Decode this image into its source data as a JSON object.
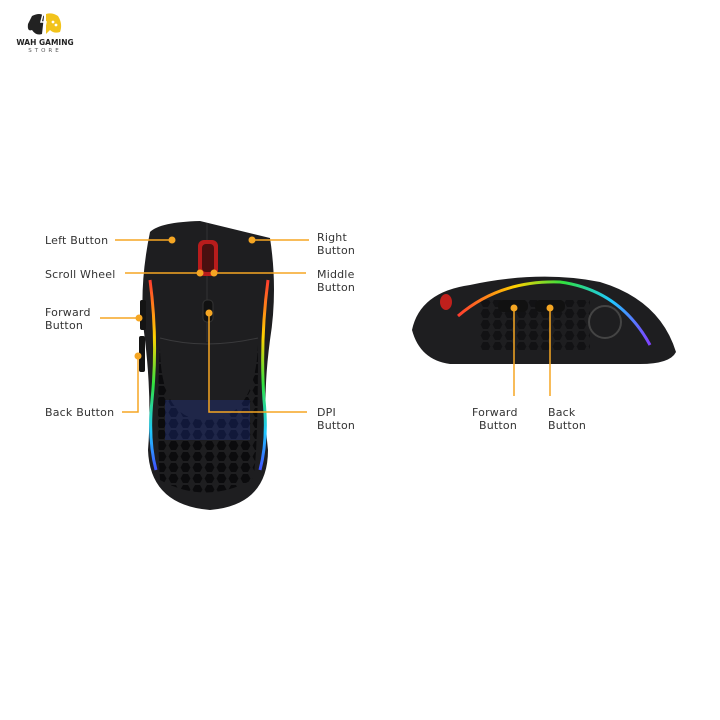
{
  "logo": {
    "title": "WAH GAMING",
    "subtitle": "STORE"
  },
  "colors": {
    "accent": "#f5a623",
    "mouse": "#1e1e20",
    "text": "#333333"
  },
  "top_view_labels": {
    "left_button": "Left Button",
    "right_button_1": "Right",
    "right_button_2": "Button",
    "scroll_wheel": "Scroll Wheel",
    "middle_button_1": "Middle",
    "middle_button_2": "Button",
    "forward_button_1": "Forward",
    "forward_button_2": "Button",
    "back_button": "Back Button",
    "dpi_button_1": "DPI",
    "dpi_button_2": "Button"
  },
  "side_view_labels": {
    "forward_button_1": "Forward",
    "forward_button_2": "Button",
    "back_button_1": "Back",
    "back_button_2": "Button"
  }
}
